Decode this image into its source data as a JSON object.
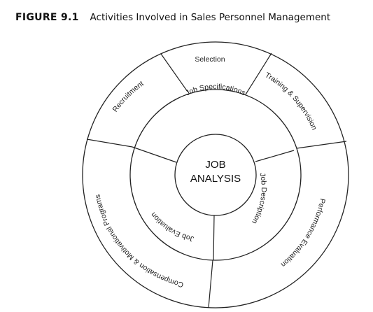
{
  "figure": {
    "label": "FIGURE 9.1",
    "title": "Activities Involved in Sales Personnel Management"
  },
  "diagram": {
    "core": {
      "line1": "JOB",
      "line2": "ANALYSIS"
    },
    "inner_ring": {
      "job_specifications": "Job Specifications",
      "job_description": "Job Description",
      "job_evaluation": "Job Evaluation"
    },
    "outer_ring": {
      "selection": "Selection",
      "training_supervision": "Training & Supervision",
      "performance_evaluation": "Performance Evaluation",
      "compensation_motivational": "Compensation & Motivational Programs",
      "recruitment": "Recruitment"
    }
  }
}
